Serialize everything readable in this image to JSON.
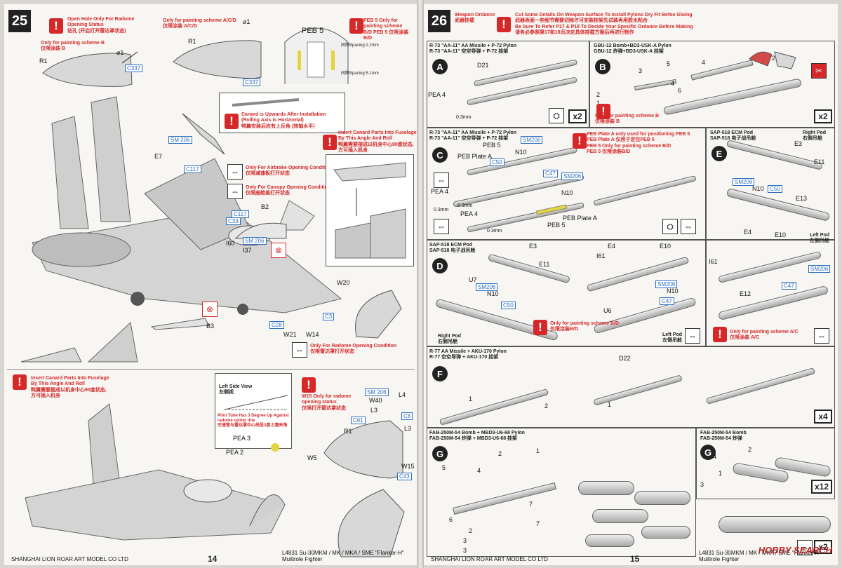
{
  "left_page": {
    "step": "25",
    "notes": {
      "open_hole": "Open Hole Only For Radome\nOpening Status\n钻孔 (开启打开雷达罩状态)",
      "painting_b": "Only for painting scheme B\n仅限涂装 B",
      "painting_acd": "Only for painting scheme A/C/D\n仅限涂装 A/C/D",
      "peb5_only": "PEB 5 Only for\npainting scheme\nB/D  PEB 5 仅限涂装B/D",
      "canard_upwards": "Canard is Upwards After Installation\n(Rolling Axis is Horizontal)\n鸭翼安装后应有上反角 (转轴水平)",
      "insert_canard": "Insert Canard Parts Into Fuselage\nBy This Angle And Roll\n鸭翼需要摆成以机身中心90度状态,\n方可插入机身",
      "airbrake": "Only For Airbrake Opening Condition\n仅限减速板打开状态",
      "canopy": "Only For Canopy Opening Condition\n仅限座舱盖打开状态",
      "radome_opening": "Only For Radome Opening Condition\n仅限雷达罩打开状态",
      "insert_canard_2": "Insert Canard Parts Into Fuselage\nBy This Angle And Roll\n鸭翼需要摆成以机身中心90度状态,\n方可插入机身",
      "left_side_view": "Left Side View\n左侧视",
      "pitot": "Pitot Tube Has 3 Degree Up Against\nradome center line\n空速管与雷达罩中心线呈3度上翘夹角",
      "w15_only": "W15 Only for radome\nopening status\n仅限打开雷达罩状态"
    },
    "spacing_1": "间隔Spacing:2.2mm",
    "spacing_2": "间隔Spacing:5.1mm",
    "labels": {
      "r1_a": "R1",
      "phi1_a": "⌀1",
      "c337_a": "C337",
      "r1_b": "R1",
      "phi1_b": "⌀1",
      "c337_b": "C337",
      "peb5": "PEB 5",
      "e7": "E7",
      "sm206_a": "SM 206",
      "c117_a": "C117",
      "b2": "B2",
      "c117_b": "C117",
      "c33": "C33",
      "sm206_b": "SM 206",
      "i60": "I60",
      "i37": "I37",
      "w20": "W20",
      "c28": "C28",
      "c3": "C3",
      "w21": "W21",
      "w14": "W14",
      "b3": "B3",
      "sm206_c": "SM 206",
      "l4": "L4",
      "w40": "W40",
      "l3_a": "L3",
      "c61": "C61",
      "c8": "C8",
      "l3_b": "L3",
      "r1_c": "R1",
      "w5": "W5",
      "w15": "W15",
      "c43": "C43",
      "pea3": "PEA 3",
      "pea2": "PEA 2"
    },
    "footer": "SHANGHAI LION ROAR ART MODEL CO LTD",
    "page_number": "14"
  },
  "right_page": {
    "step": "26",
    "step_title": "Weapon Ordance\n武器挂载",
    "header_notes": "Cut Some Details On Weapon Surface To Install Pylons Dry Fit Befoe Gluing\n武器表面一些细节需要切除才可安装挂架先试装再用胶水粘合\nBe Sure To Refer P17 & P18 To Decide Your Specific Ordance Before Making\n请务必参照第17和18页决定具体挂载方案后再进行制作",
    "panel_a": {
      "letter": "A",
      "title": "R-73 \"AA-11\" AA Missile + P-72 Pylon\nR-73 \"AA-11\" 空空导弹 + P-72 挂架",
      "labels": [
        "D21",
        "PEA 4",
        "0.3mm"
      ],
      "qty": "x2"
    },
    "panel_b": {
      "letter": "B",
      "title": "GBU-12 Bomb+BD3-USK-A Pylon\nGBU-12 炸弹+BD3-USK-A 挂架",
      "labels": [
        "4",
        "5",
        "3",
        "6",
        "4",
        "2",
        "1",
        "2"
      ],
      "note": "Only for painting scheme B\n仅限涂装 B",
      "qty": "x2"
    },
    "panel_c": {
      "letter": "C",
      "title": "R-73 \"AA-11\" AA Missile + P-72 Pylon\nR-73 \"AA-11\" 空空导弹 + P-72 挂架",
      "labels": [
        "PEB 5",
        "SM206",
        "N10",
        "PEB Plate A",
        "C50",
        "C47",
        "SM206",
        "N10",
        "PEA 4",
        "0.3mm",
        "0.3mm",
        "PEA 4",
        "0.3mm",
        "PEB 5",
        "PEB Plate A"
      ],
      "note": "PEB Plate A only used for positioning PEB 5\nPEB Plate A 仅用于定位PEB 5\nPEB 5 Only for painting scheme B/D\nPEB 5 仅限涂装B/D"
    },
    "panel_e": {
      "letter": "E",
      "title": "SAP-518 ECM Pod\nSAP-518 电子战吊舱",
      "right_pod": "Right Pod\n右侧吊舱",
      "labels": [
        "E3",
        "E11",
        "SM206",
        "N10",
        "C50",
        "E13"
      ]
    },
    "panel_d": {
      "letter": "D",
      "title": "SAP-518 ECM Pod\nSAP-518 电子战吊舱",
      "labels": [
        "E3",
        "E11",
        "U7",
        "SM206",
        "N10",
        "C50",
        "E4",
        "E10",
        "I61",
        "SM206",
        "N10",
        "C47",
        "U6"
      ],
      "right_pod": "Right Pod\n右侧吊舱",
      "left_pod": "Left Pod\n左侧吊舱",
      "note": "Only for painting scheme B/D\n仅限涂装B/D"
    },
    "panel_d2": {
      "labels": [
        "E4",
        "E10",
        "I61",
        "E12",
        "SM206",
        "C47"
      ],
      "left_pod": "Left Pod\n左侧吊舱",
      "note": "Only for painting scheme A/C\n仅限涂装 A/C"
    },
    "panel_f": {
      "letter": "F",
      "title": "R-77 AA Missile + AKU-170 Pylon\nR-77 空空导弹 + AKU-170 挂架",
      "labels": [
        "D22",
        "1",
        "2",
        "1"
      ],
      "qty": "x4"
    },
    "panel_g": {
      "letter": "G",
      "title": "FAB-250M-54 Bomb + MBD3-U6-68 Pylon\nFAB-250M-54 炸弹 + MBD3-U6-68 挂架",
      "labels": [
        "5",
        "4",
        "2",
        "1",
        "7",
        "6",
        "2",
        "7",
        "3",
        "3"
      ],
      "qty": "x2"
    },
    "panel_g2": {
      "letter": "G",
      "title": "FAB-250M-54 Bomb\nFAB-250M-54 炸弹",
      "labels": [
        "2",
        "4",
        "1",
        "3"
      ],
      "qty": "x12"
    },
    "footer_left": "SHANGHAI LION ROAR ART MODEL CO LTD",
    "footer_right": "L4831 Su-30MKM / MK / MKA / SME \"Flanker-H\" Multirole Fighter",
    "page_number": "15",
    "watermark": "HOBBY SEARCH"
  },
  "left_footer_right": "L4831 Su-30MKM / MK / MKA / SME \"Flanker-H\" Multirole Fighter"
}
